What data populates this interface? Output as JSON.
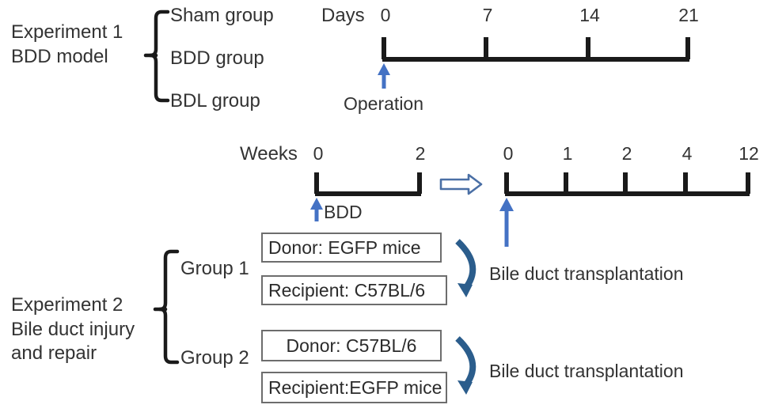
{
  "figure": {
    "type": "experimental-design-diagram",
    "background": "#ffffff",
    "colors": {
      "text": "#333333",
      "line": "#1a1a1a",
      "box_border": "#6d6d6d",
      "arrow_blue": "#4472c4",
      "arrow_dark_blue": "#2b5d8c",
      "hollow_arrow_blue": "#4a6fa5"
    }
  },
  "experiment1": {
    "label_line1": "Experiment 1",
    "label_line2": "BDD model",
    "groups": [
      {
        "label": "Sham group"
      },
      {
        "label": "BDD group"
      },
      {
        "label": "BDL group"
      }
    ],
    "timeline": {
      "axis_label": "Days",
      "ticks": [
        "0",
        "7",
        "14",
        "21"
      ],
      "tick_values": [
        0,
        7,
        14,
        21
      ],
      "marker": {
        "label": "Operation",
        "at_tick": "0",
        "icon": "blue-up-arrow-icon"
      }
    }
  },
  "experiment2": {
    "label_line1": "Experiment 2",
    "label_line2": "Bile duct injury",
    "label_line3": "and repair",
    "groups": [
      {
        "name": "Group 1",
        "donor": "Donor: EGFP mice",
        "recipient": "Recipient: C57BL/6",
        "procedure": "Bile duct transplantation"
      },
      {
        "name": "Group 2",
        "donor": "Donor: C57BL/6",
        "recipient": "Recipient:EGFP mice",
        "procedure": "Bile duct transplantation"
      }
    ],
    "timeline_pre": {
      "axis_label": "Weeks",
      "ticks": [
        "0",
        "2"
      ],
      "tick_values": [
        0,
        2
      ],
      "marker": {
        "label": "BDD",
        "at_tick": "0",
        "icon": "blue-up-arrow-icon"
      }
    },
    "transition": {
      "icon": "hollow-right-arrow-icon"
    },
    "timeline_post": {
      "ticks": [
        "0",
        "1",
        "2",
        "4",
        "12"
      ],
      "tick_values": [
        0,
        1,
        2,
        4,
        12
      ],
      "marker": {
        "at_tick": "0",
        "icon": "blue-up-arrow-icon"
      }
    }
  }
}
